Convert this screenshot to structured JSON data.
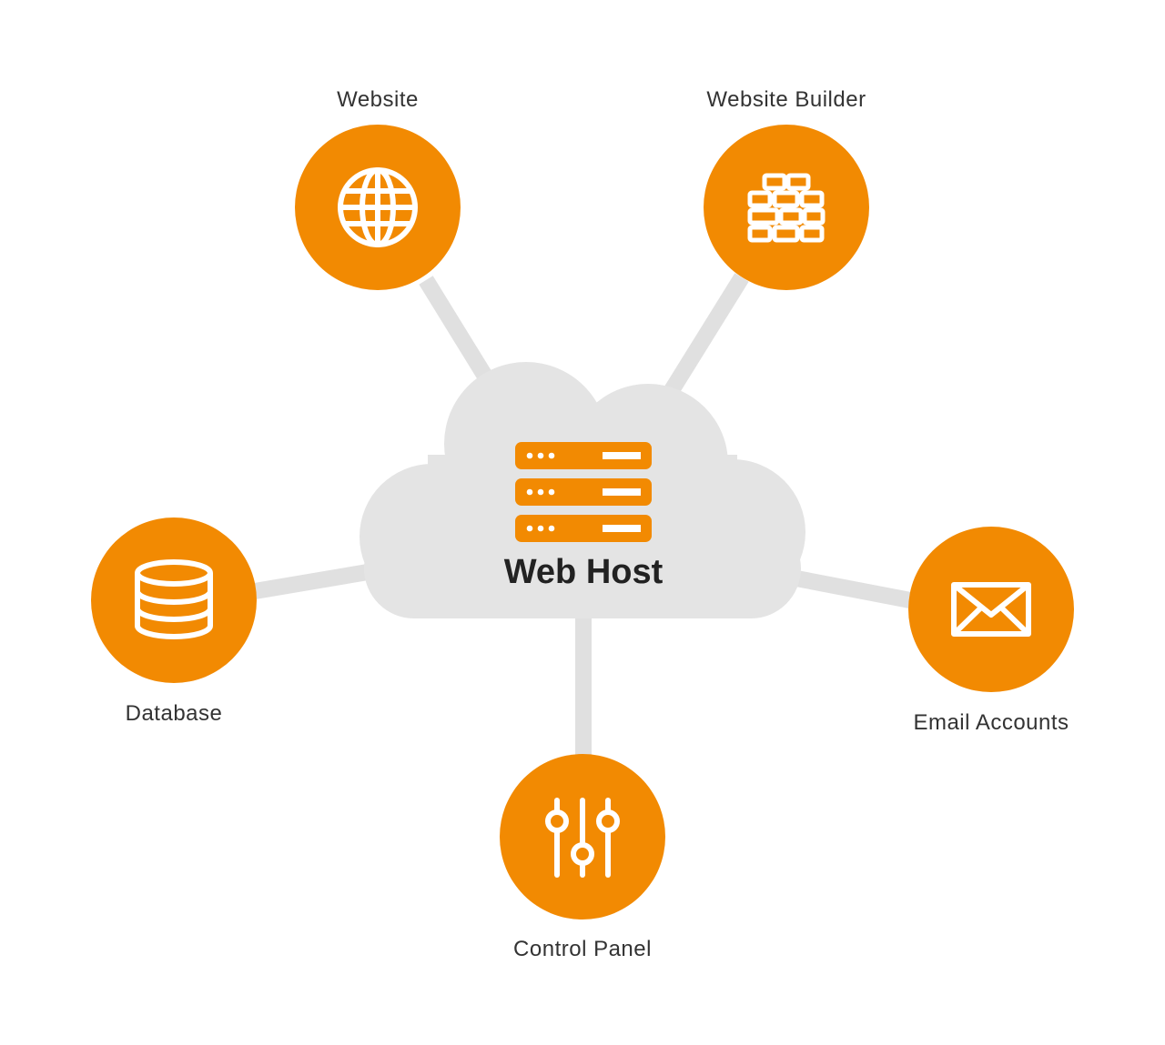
{
  "center": {
    "label": "Web Host",
    "icon": "server-icon"
  },
  "nodes": [
    {
      "id": "website",
      "label": "Website",
      "icon": "globe-icon"
    },
    {
      "id": "website-builder",
      "label": "Website Builder",
      "icon": "brick-wall-icon"
    },
    {
      "id": "database",
      "label": "Database",
      "icon": "database-icon"
    },
    {
      "id": "email-accounts",
      "label": "Email Accounts",
      "icon": "envelope-icon"
    },
    {
      "id": "control-panel",
      "label": "Control Panel",
      "icon": "sliders-icon"
    }
  ],
  "colors": {
    "accent": "#F28A02",
    "cloud": "#E4E4E4",
    "connector": "#E0E0E0",
    "icon_stroke": "#FFFFFF",
    "label_text": "#333333",
    "center_text": "#222222"
  }
}
